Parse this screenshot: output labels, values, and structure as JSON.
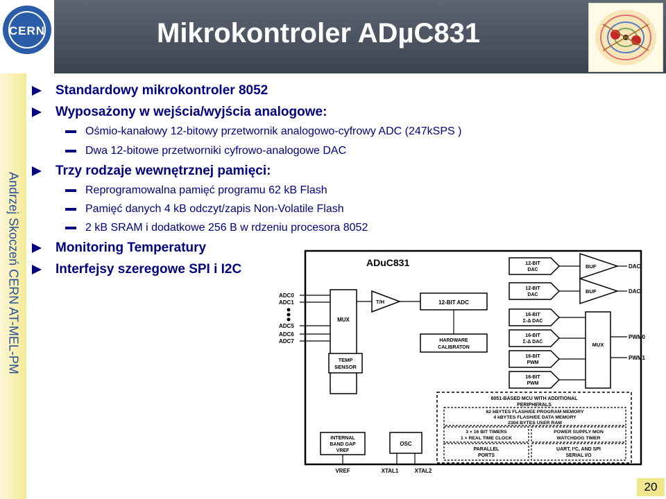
{
  "slide": {
    "title": "Mikrokontroler ADµC831",
    "sidebar_text": "Andrzej Skoczeń CERN AT-MEL-PM",
    "logo_text": "CERN",
    "page_number": "20"
  },
  "bullets": [
    {
      "level": 1,
      "text": "Standardowy mikrokontroler 8052"
    },
    {
      "level": 1,
      "text": "Wyposażony w wejścia/wyjścia analogowe:"
    },
    {
      "level": 2,
      "text": "Ośmio-kanałowy 12-bitowy przetwornik analogowo-cyfrowy ADC (247kSPS )"
    },
    {
      "level": 2,
      "text": "Dwa 12-bitowe przetworniki cyfrowo-analogowe DAC"
    },
    {
      "level": 1,
      "text": "Trzy rodzaje wewnętrznej pamięci:"
    },
    {
      "level": 2,
      "text": "Reprogramowalna pamięć programu 62 kB Flash"
    },
    {
      "level": 2,
      "text": "Pamięć danych 4 kB odczyt/zapis Non-Volatile Flash"
    },
    {
      "level": 2,
      "text": "2 kB SRAM i dodatkowe 256 B w rdzeniu procesora 8052"
    },
    {
      "level": 1,
      "text": "Monitoring Temperatury"
    },
    {
      "level": 1,
      "text": "Interfejsy szeregowe SPI i I2C"
    }
  ],
  "diagram": {
    "chip_name": "ADuC831",
    "inputs": [
      "ADC0",
      "ADC1",
      "ADC5",
      "ADC6",
      "ADC7"
    ],
    "blocks": {
      "mux_in": "MUX",
      "temp_sensor": [
        "TEMP",
        "SENSOR"
      ],
      "track_hold": "T/H",
      "adc": "12-BIT ADC",
      "hw_calibration": [
        "HARDWARE",
        "CALIBRATON"
      ],
      "dac1": [
        "12-BIT",
        "DAC"
      ],
      "dac2": [
        "12-BIT",
        "DAC"
      ],
      "buf1": "BUF",
      "buf2": "BUF",
      "sd_dac1": [
        "16-BIT",
        "Σ-Δ DAC"
      ],
      "sd_dac2": [
        "16-BIT",
        "Σ-Δ DAC"
      ],
      "pwm1": [
        "16-BIT",
        "PWM"
      ],
      "pwm2": [
        "16-BIT",
        "PWM"
      ],
      "mux_out": "MUX",
      "mcu_title": [
        "8051-BASED MCU WITH ADDITIONAL",
        "PERIPHERALS"
      ],
      "flash": [
        "62 kBYTES FLASH/EE PROGRAM MEMORY",
        "4 kBYTES FLASH/EE DATA MEMORY",
        "2304 BYTES USER RAM"
      ],
      "timers": [
        "3 × 16 BIT TIMERS",
        "1 × REAL TIME CLOCK"
      ],
      "power": [
        "POWER SUPPLY MON",
        "WATCHDOG TIMER"
      ],
      "parallel": [
        "PARALLEL",
        "PORTS"
      ],
      "serial": [
        "UART, I²C, AND SPI",
        "SERIAL I/O"
      ],
      "bandgap": [
        "INTERNAL",
        "BAND GAP",
        "VREF"
      ],
      "osc": "OSC"
    },
    "outputs": [
      "DAC",
      "DAC",
      "PWM0",
      "PWM1"
    ],
    "bottom_pins": [
      "VREF",
      "XTAL1",
      "XTAL2"
    ]
  }
}
